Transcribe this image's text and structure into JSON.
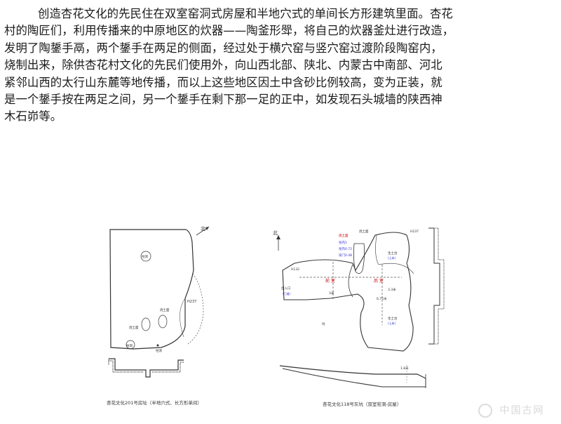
{
  "article": {
    "lines": [
      "创造杏花文化的先民住在双室窑洞式房屋和半地穴式的单间长方形建筑里面。杏花",
      "村的陶匠们，利用传播来的中原地区的炊器——陶釜形斝，将自己的炊器釜灶进行改造，",
      "发明了陶鋬手鬲，两个鋬手在两足的侧面，经过处于横穴窑与竖穴窑过渡阶段陶窑内，",
      "烧制出来，除供杏花村文化的先民们使用外，向山西北部、陕北、内蒙古中南部、河北",
      "紧邻山西的太行山东麓等地传播，而以上这些地区因土中含砂比例较高，变为正装，就",
      "是一个鋬手按在两足之间，另一个鋬手在剩下那一足的正中，如发现石头城墙的陕西神",
      "木石峁等。"
    ]
  },
  "figure_left": {
    "north": "北",
    "labels": {
      "pillar_top": "柱洞",
      "h_label": "H237",
      "kiln_face1": "烧土面",
      "kiln_face2": "烧土面",
      "pillar_bl": "柱洞",
      "pillar_bc": "柱洞"
    },
    "caption": "杏花文化201号房址（半地穴式、长方形单间）"
  },
  "figure_right": {
    "north": "北",
    "labels": {
      "kiln_top": "烧土面",
      "h_top": "H237",
      "legend_red": "烧土面",
      "legend_1": "窑内1",
      "legend_2": "窑内0.72",
      "legend_3": "窑门0.48",
      "burnt_face": "生土台",
      "burnt_face_note": "(土床)",
      "h_left": "H132",
      "front_room": "前 室",
      "back_room": "后 室",
      "entrance": "出入口",
      "entrance_note": "(门道)",
      "dim_3": "3米",
      "dim_33": "3.3米",
      "dim_675": "6.75米",
      "pit_bottom": "坑",
      "burnt_face2": "生土台",
      "burnt_face2_note": "(土床)",
      "depth": "1.8米"
    },
    "caption": "杏花文化118号灰坑（双室窑洞-房屋）"
  },
  "watermark": {
    "text": "中国古网"
  }
}
